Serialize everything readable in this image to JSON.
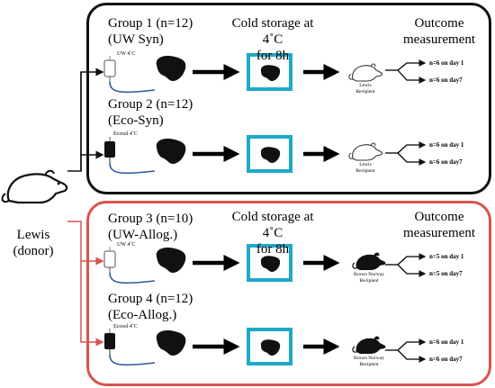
{
  "donor": {
    "line1": "Lewis",
    "line2": "(donor)"
  },
  "colors": {
    "syn_border": "#111111",
    "allo_border": "#d9534f",
    "storage_box": "#1fa9c9",
    "tube": "#2b5aa0"
  },
  "icons": {
    "donor_rat": "rat-outline-icon",
    "lewis_recipient": "rat-outline-icon",
    "bn_recipient": "rat-black-icon",
    "liver": "liver-icon",
    "iv_bag": "iv-bag-icon"
  },
  "groups": [
    {
      "title": "Group 1 (n=12)",
      "subtitle": "(UW Syn)",
      "solution": "UW 4˚C",
      "recipient_line1": "Lewis",
      "recipient_line2": "Recipient",
      "outcome1": "n=6 on day 1",
      "outcome2": "n=6 on day7"
    },
    {
      "title": "Group 2 (n=12)",
      "subtitle": "(Eco-Syn)",
      "solution": "Ecosol 4˚C",
      "recipient_line1": "Lewis",
      "recipient_line2": "Recipient",
      "outcome1": "n=6 on day 1",
      "outcome2": "n=6 on day7"
    },
    {
      "title": "Group 3 (n=10)",
      "subtitle": "(UW-Allog.)",
      "solution": "UW 4˚C",
      "recipient_line1": "Brown Norway",
      "recipient_line2": "Recipient",
      "outcome1": "n=5 on day 1",
      "outcome2": "n=5 on day7"
    },
    {
      "title": "Group 4 (n=12)",
      "subtitle": "(Eco-Allog.)",
      "solution": "Ecosol 4˚C",
      "recipient_line1": "Brown Norway",
      "recipient_line2": "Recipient",
      "outcome1": "n=6 on day 1",
      "outcome2": "n=6 on day7"
    }
  ],
  "headers": {
    "syn": {
      "storage_line1": "Cold storage at 4˚C",
      "storage_line2": "for 8h",
      "outcome_line1": "Outcome",
      "outcome_line2": "measurement"
    },
    "allo": {
      "storage_line1": "Cold storage at 4˚C",
      "storage_line2": "for 8h",
      "outcome_line1": "Outcome",
      "outcome_line2": "measurement"
    }
  }
}
